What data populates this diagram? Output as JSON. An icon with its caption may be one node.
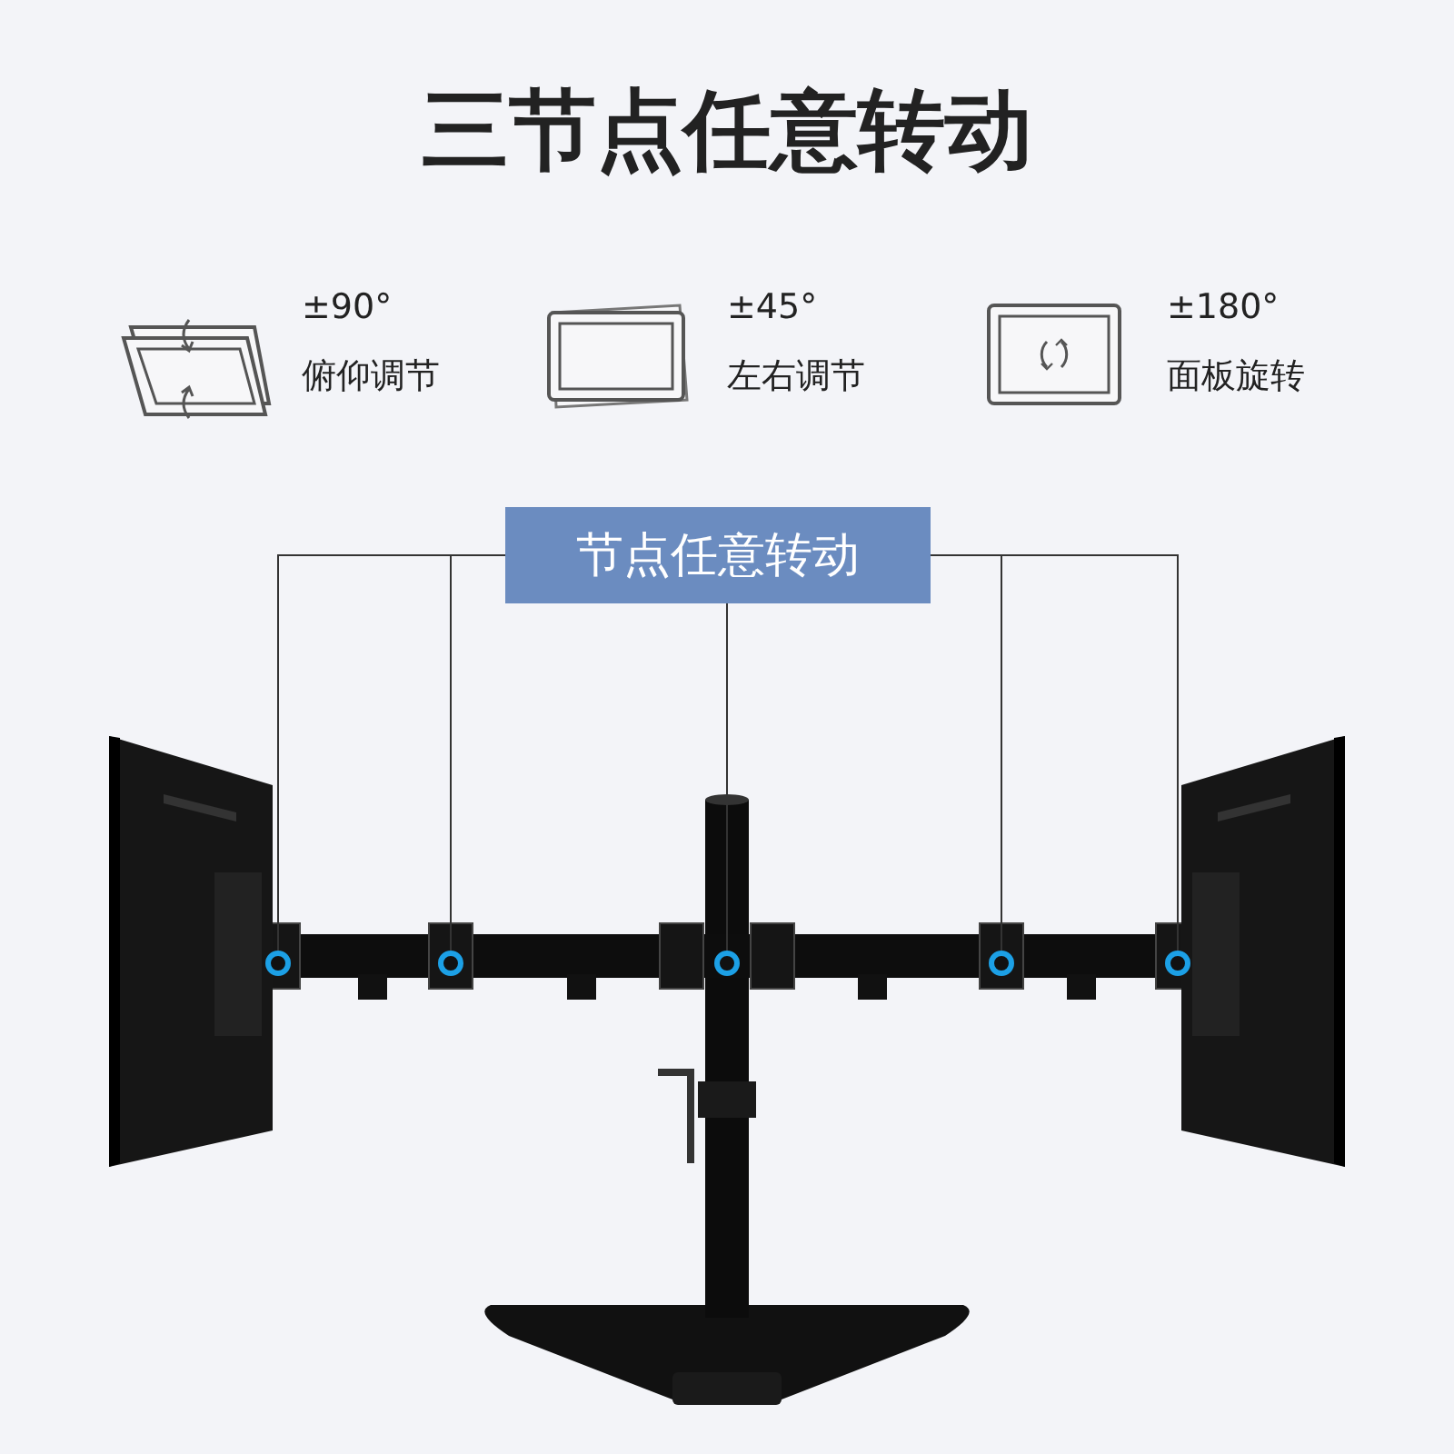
{
  "diagram": {
    "title": "三节点任意转动",
    "nodes": [
      {
        "text": [
          "节点任意转动"
        ]
      },
      {
        "text": [],
        "shape": "circle"
      },
      {
        "text": [],
        "shape": "circle"
      },
      {
        "text": [],
        "shape": "circle"
      },
      {
        "text": [],
        "shape": "circle"
      },
      {
        "text": [],
        "shape": "circle"
      }
    ],
    "edges": [
      {
        "from": 0,
        "to": 1,
        "arrow": "none"
      },
      {
        "from": 0,
        "to": 2,
        "arrow": "none"
      },
      {
        "from": 0,
        "to": 3,
        "arrow": "none"
      },
      {
        "from": 0,
        "to": 4,
        "arrow": "none"
      },
      {
        "from": 0,
        "to": 5,
        "arrow": "none"
      }
    ],
    "labels": [
      "±90°",
      "俯仰调节",
      "±45°",
      "左右调节",
      "±180°",
      "面板旋转"
    ]
  }
}
